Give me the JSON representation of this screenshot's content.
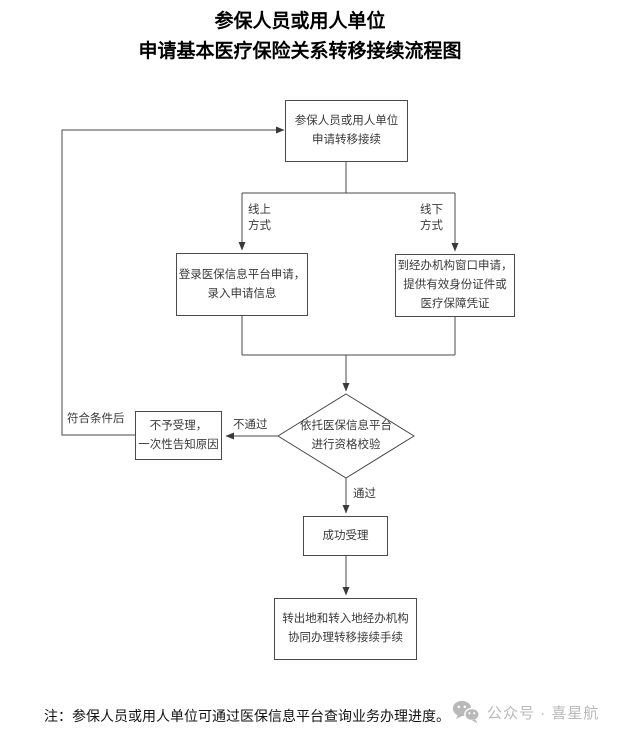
{
  "title": {
    "line1": "参保人员或用人单位",
    "line2": "申请基本医疗保险关系转移接续流程图"
  },
  "flowchart": {
    "nodes": {
      "apply": {
        "lines": [
          "参保人员或用人单位",
          "申请转移接续"
        ]
      },
      "online": {
        "lines": [
          "登录医保信息平台申请，",
          "录入申请信息"
        ]
      },
      "offline": {
        "lines": [
          "到经办机构窗口申请，",
          "提供有效身份证件或",
          "医疗保障凭证"
        ]
      },
      "check": {
        "lines": [
          "依托医保信息平台",
          "进行资格校验"
        ]
      },
      "reject": {
        "lines": [
          "不予受理，",
          "一次性告知原因"
        ]
      },
      "accept": {
        "lines": [
          "成功受理"
        ]
      },
      "cooperate": {
        "lines": [
          "转出地和转入地经办机构",
          "协同办理转移接续手续"
        ]
      }
    },
    "edge_labels": {
      "online_method": {
        "lines": [
          "线上",
          "方式"
        ]
      },
      "offline_method": {
        "lines": [
          "线下",
          "方式"
        ]
      },
      "fail": "不通过",
      "pass": "通过",
      "qualified": "符合条件后"
    }
  },
  "note": "注：参保人员或用人单位可通过医保信息平台查询业务办理进度。",
  "watermark": {
    "icon": "wechat-icon",
    "text": "公众号 · 喜星航"
  },
  "colors": {
    "line": "#4a4a4a",
    "box_border": "#4a4a4a",
    "text": "#3a3a3a",
    "title": "#000000",
    "watermark": "#b9b9b9"
  }
}
